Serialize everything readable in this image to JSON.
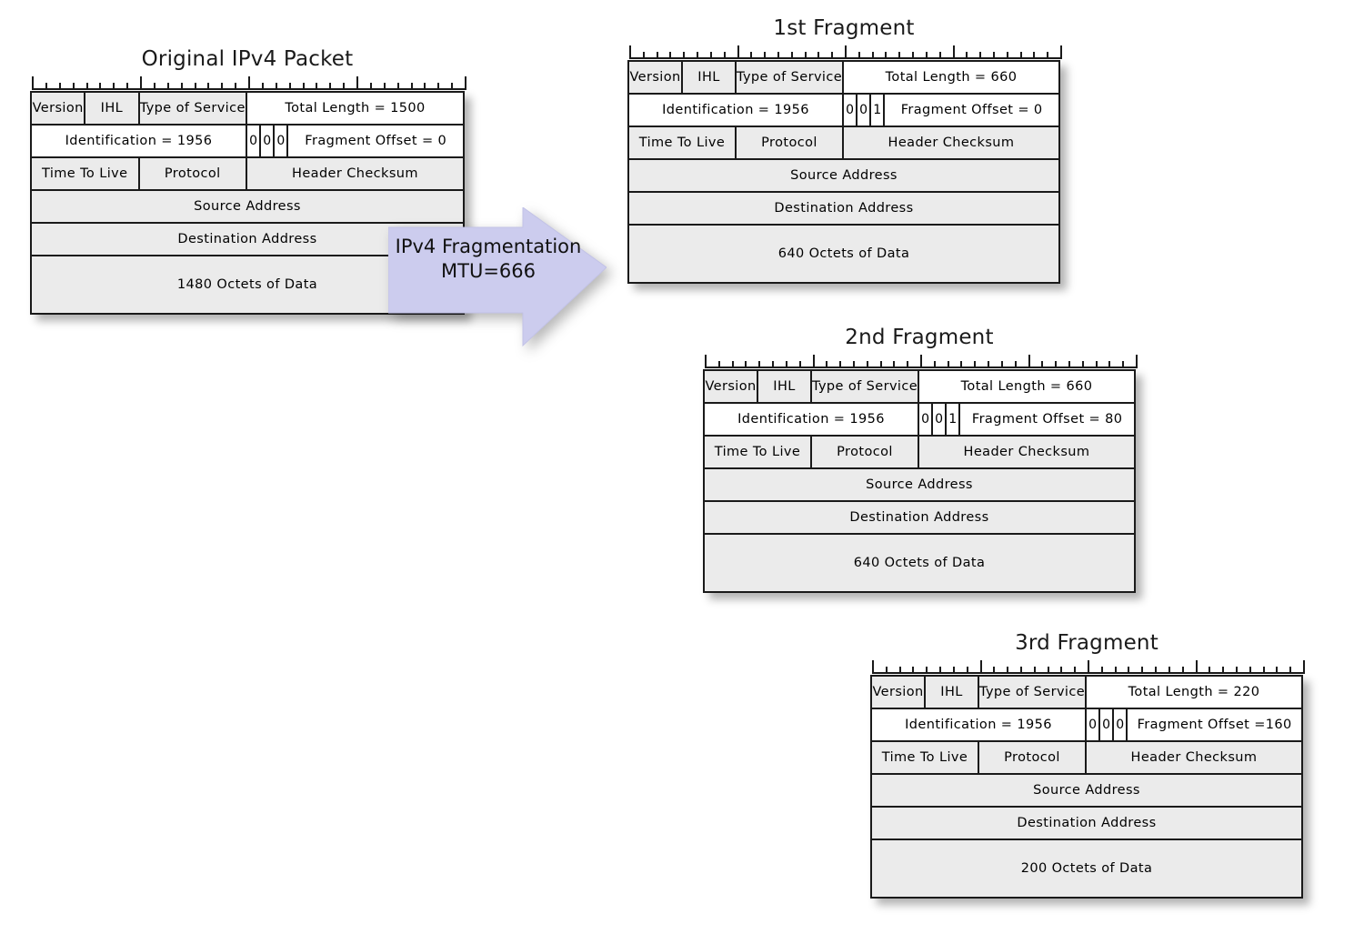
{
  "diagram": {
    "title": "IPv4 Fragmentation",
    "arrow": {
      "line1": "IPv4 Fragmentation",
      "line2": "MTU=666",
      "fill_color": "#ccccee",
      "stroke_color": "#b9b9e0"
    },
    "field_labels": {
      "version": "Version",
      "ihl": "IHL",
      "tos": "Type of Service",
      "identification_prefix": "Identification = ",
      "ttl": "Time To Live",
      "protocol": "Protocol",
      "checksum": "Header Checksum",
      "source": "Source Address",
      "destination": "Destination Address"
    },
    "colors": {
      "cell_gray": "#ebebeb",
      "cell_white": "#ffffff",
      "border": "#1a1a1a"
    }
  },
  "packets": [
    {
      "id": "original-packet",
      "title": "Original IPv4 Packet",
      "version": "Version",
      "ihl": "IHL",
      "tos": "Type of Service",
      "total_length": "Total Length = 1500",
      "identification": "Identification = 1956",
      "flag_reserved": "0",
      "flag_df": "0",
      "flag_mf": "0",
      "fragment_offset": "Fragment Offset = 0",
      "ttl": "Time To Live",
      "protocol": "Protocol",
      "checksum": "Header Checksum",
      "source": "Source Address",
      "destination": "Destination Address",
      "data": "1480 Octets of Data"
    },
    {
      "id": "fragment-1",
      "title": "1st Fragment",
      "version": "Version",
      "ihl": "IHL",
      "tos": "Type of Service",
      "total_length": "Total Length = 660",
      "identification": "Identification = 1956",
      "flag_reserved": "0",
      "flag_df": "0",
      "flag_mf": "1",
      "fragment_offset": "Fragment Offset = 0",
      "ttl": "Time To Live",
      "protocol": "Protocol",
      "checksum": "Header Checksum",
      "source": "Source Address",
      "destination": "Destination Address",
      "data": "640 Octets of Data"
    },
    {
      "id": "fragment-2",
      "title": "2nd Fragment",
      "version": "Version",
      "ihl": "IHL",
      "tos": "Type of Service",
      "total_length": "Total Length = 660",
      "identification": "Identification = 1956",
      "flag_reserved": "0",
      "flag_df": "0",
      "flag_mf": "1",
      "fragment_offset": "Fragment Offset = 80",
      "ttl": "Time To Live",
      "protocol": "Protocol",
      "checksum": "Header Checksum",
      "source": "Source Address",
      "destination": "Destination Address",
      "data": "640 Octets of Data"
    },
    {
      "id": "fragment-3",
      "title": "3rd Fragment",
      "version": "Version",
      "ihl": "IHL",
      "tos": "Type of Service",
      "total_length": "Total Length = 220",
      "identification": "Identification = 1956",
      "flag_reserved": "0",
      "flag_df": "0",
      "flag_mf": "0",
      "fragment_offset": "Fragment Offset =160",
      "ttl": "Time To Live",
      "protocol": "Protocol",
      "checksum": "Header Checksum",
      "source": "Source Address",
      "destination": "Destination Address",
      "data": "200 Octets of Data"
    }
  ]
}
